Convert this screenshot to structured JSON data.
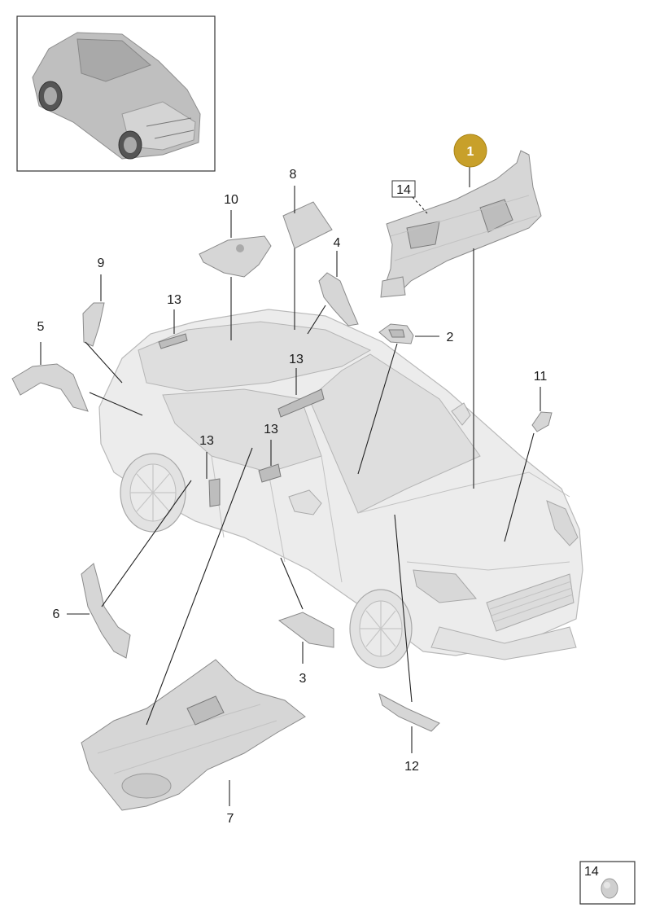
{
  "highlight": {
    "callout": "1",
    "color": "#c8a02a",
    "text_color": "#ffffff"
  },
  "callouts": {
    "c2": "2",
    "c3": "3",
    "c4": "4",
    "c5": "5",
    "c6": "6",
    "c7": "7",
    "c8": "8",
    "c9": "9",
    "c10": "10",
    "c11": "11",
    "c12": "12",
    "c13a": "13",
    "c13b": "13",
    "c13c": "13",
    "c13d": "13",
    "c14": "14"
  },
  "legend": {
    "label": "14"
  }
}
